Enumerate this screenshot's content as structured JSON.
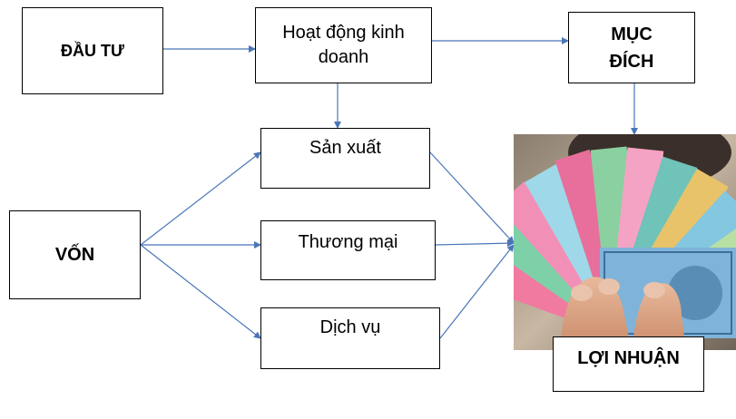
{
  "nodes": {
    "dau_tu": "ĐẦU TƯ",
    "hoat_dong": "Hoạt động kinh doanh",
    "muc_dich": "MỤC ĐÍCH",
    "san_xuat": "Sản xuất",
    "von": "VỐN",
    "thuong_mai": "Thương mại",
    "dich_vu": "Dịch vụ",
    "loi_nhuan": "LỢI NHUẬN"
  },
  "photo": {
    "subject": "hand holding a fan of Vietnamese banknotes"
  },
  "colors": {
    "arrow": "#4a76b8",
    "border": "#000000"
  }
}
